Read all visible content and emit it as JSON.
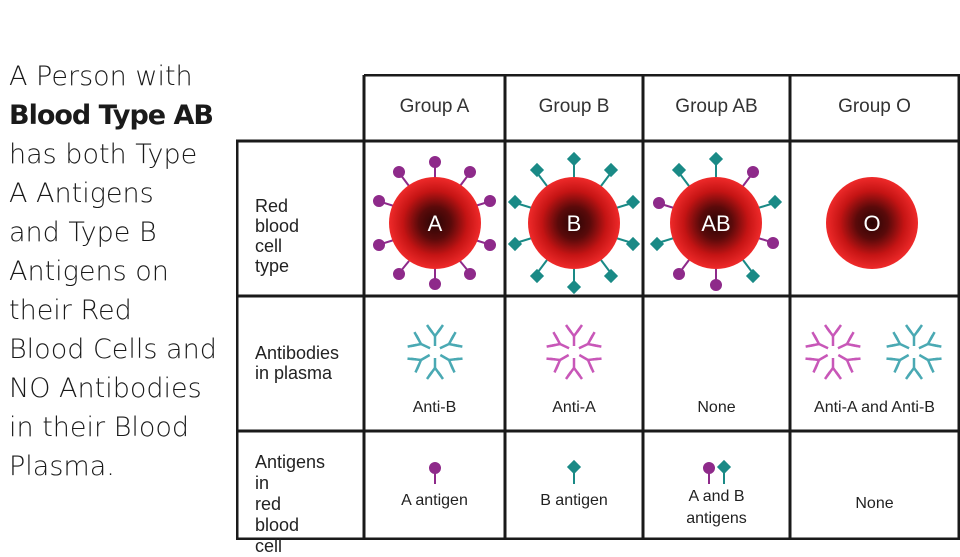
{
  "description": {
    "lines": [
      "A Person with",
      "Blood Type AB",
      "has both Type",
      "A Antigens",
      "and Type B",
      "Antigens on",
      "their Red",
      "Blood Cells and",
      "NO Antibodies",
      "in their Blood",
      "Plasma."
    ]
  },
  "table": {
    "columns": [
      "Group A",
      "Group B",
      "Group AB",
      "Group O"
    ],
    "rows": {
      "rbc": {
        "label_lines": [
          "Red blood",
          "cell type"
        ],
        "cells": [
          "A",
          "B",
          "AB",
          "O"
        ]
      },
      "antibodies": {
        "label_lines": [
          "Antibodies",
          "in plasma"
        ],
        "cells": [
          "Anti-B",
          "Anti-A",
          "None",
          "Anti-A and Anti-B"
        ]
      },
      "antigens": {
        "label_lines": [
          "Antigens in",
          "red blood",
          "cell"
        ],
        "cells": [
          [
            "A antigen"
          ],
          [
            "B antigen"
          ],
          [
            "A and B",
            "antigens"
          ],
          [
            "None"
          ]
        ]
      }
    }
  },
  "colors": {
    "cell_red": "#e02020",
    "cell_dark": "#3a0a0a",
    "antigen_a": "#8e2a8a",
    "antigen_b": "#1a8a86",
    "antibody_a": "#c857b8",
    "antibody_b": "#4aa9b3",
    "grid_line": "#1a1a1a"
  }
}
